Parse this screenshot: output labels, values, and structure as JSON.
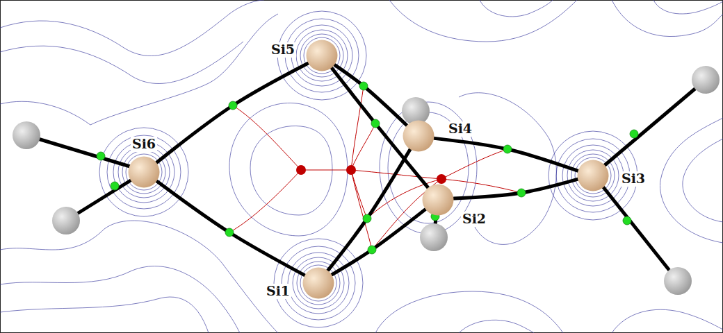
{
  "diagram": {
    "nodes": [
      {
        "text": [
          "Si5"
        ]
      },
      {
        "text": [
          "Si4"
        ]
      },
      {
        "text": [
          "Si6"
        ]
      },
      {
        "text": [
          "Si3"
        ]
      },
      {
        "text": [
          "Si2"
        ]
      },
      {
        "text": [
          "Si1"
        ]
      }
    ],
    "edges": [
      {
        "from": 2,
        "to": 0,
        "arrow": "none"
      },
      {
        "from": 2,
        "to": 5,
        "arrow": "none"
      },
      {
        "from": 0,
        "to": 1,
        "arrow": "none"
      },
      {
        "from": 0,
        "to": 4,
        "arrow": "none"
      },
      {
        "from": 5,
        "to": 1,
        "arrow": "none"
      },
      {
        "from": 5,
        "to": 4,
        "arrow": "none"
      },
      {
        "from": 1,
        "to": 3,
        "arrow": "none"
      },
      {
        "from": 4,
        "to": 3,
        "arrow": "none"
      }
    ]
  }
}
